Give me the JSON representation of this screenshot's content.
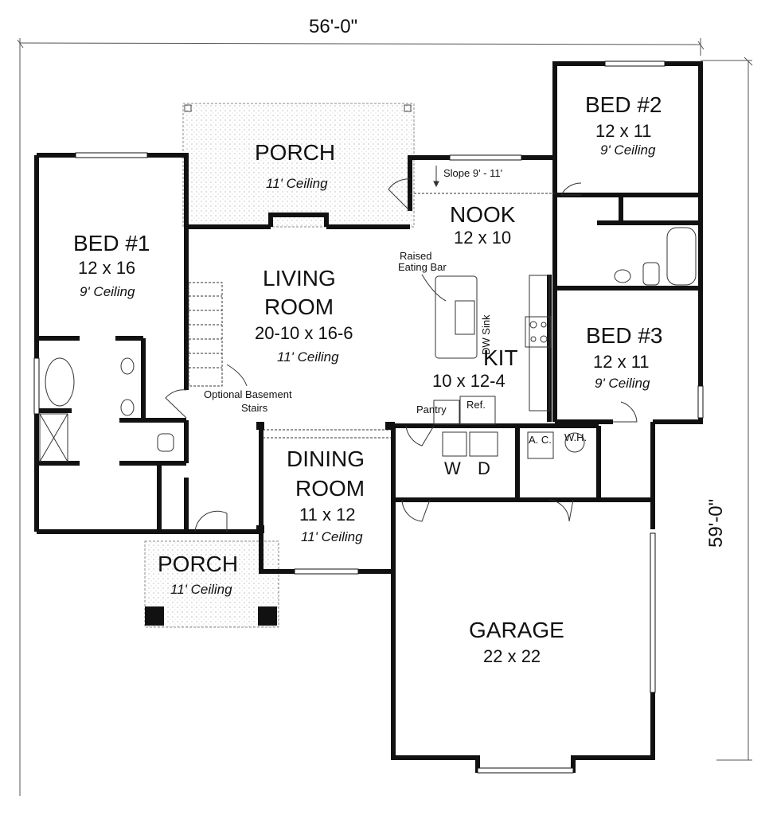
{
  "plan": {
    "overall_width": "56'-0\"",
    "overall_depth": "59'-0\""
  },
  "rooms": {
    "porch_front": {
      "name": "PORCH",
      "ceiling": "11' Ceiling"
    },
    "bed1": {
      "name": "BED #1",
      "size": "12 x 16",
      "ceiling": "9' Ceiling"
    },
    "living": {
      "name_line1": "LIVING",
      "name_line2": "ROOM",
      "size": "20-10 x 16-6",
      "ceiling": "11' Ceiling"
    },
    "nook": {
      "name": "NOOK",
      "size": "12 x 10",
      "slope": "Slope 9' - 11'"
    },
    "kitchen": {
      "name": "KIT",
      "size": "10 x 12-4",
      "eating_bar_line1": "Raised",
      "eating_bar_line2": "Eating Bar",
      "dw_sink": "DW Sink",
      "pantry": "Pantry",
      "ref": "Ref."
    },
    "bed2": {
      "name": "BED #2",
      "size": "12 x 11",
      "ceiling": "9' Ceiling"
    },
    "bed3": {
      "name": "BED #3",
      "size": "12 x 11",
      "ceiling": "9' Ceiling"
    },
    "stairs": {
      "line1": "Optional Basement",
      "line2": "Stairs"
    },
    "laundry": {
      "washer": "W",
      "dryer": "D"
    },
    "mech": {
      "ac": "A. C.",
      "wh": "W.H."
    },
    "dining": {
      "name_line1": "DINING",
      "name_line2": "ROOM",
      "size": "11 x 12",
      "ceiling": "11' Ceiling"
    },
    "porch_side": {
      "name": "PORCH",
      "ceiling": "11' Ceiling"
    },
    "garage": {
      "name": "GARAGE",
      "size": "22 x 22"
    }
  }
}
